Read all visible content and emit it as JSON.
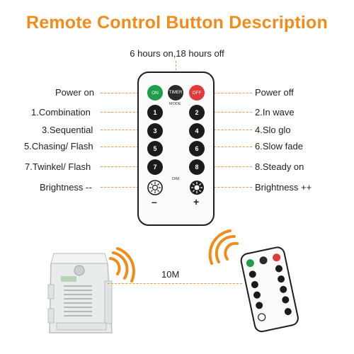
{
  "title": "Remote Control Button Description",
  "timer_note": "6 hours on,18 hours off",
  "left_labels": [
    "Power on",
    "1.Combination",
    "3.Sequential",
    "5.Chasing/ Flash",
    "7.Twinkel/ Flash",
    "Brightness --"
  ],
  "right_labels": [
    "Power off",
    "2.In wave",
    "4.Slo glo",
    "6.Slow fade",
    "8.Steady on",
    "Brightness ++"
  ],
  "remote": {
    "on": "ON",
    "timer": "TIMER",
    "off": "OFF",
    "mode": "MODE",
    "dim": "DIM",
    "numbers": [
      "1",
      "2",
      "3",
      "4",
      "5",
      "6",
      "7",
      "8"
    ],
    "minus": "–",
    "plus": "+"
  },
  "distance": "10M",
  "colors": {
    "accent": "#f08c1a",
    "on": "#1f9d4b",
    "off": "#e03a3a"
  }
}
